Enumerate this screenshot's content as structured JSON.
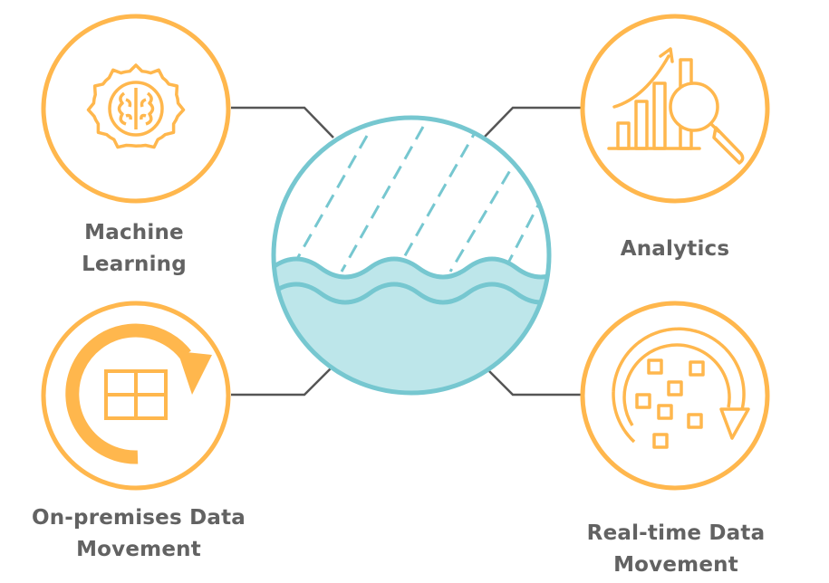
{
  "colors": {
    "accent_orange": "#FFB74D",
    "lake_blue": "#76C7D0",
    "lake_fill": "#BDE6EA",
    "connector": "#555555",
    "label_text": "#626262"
  },
  "center": {
    "icon": "data-lake-icon"
  },
  "nodes": {
    "machine_learning": {
      "icon": "gear-brain-icon",
      "line1": "Machine",
      "line2": "Learning"
    },
    "analytics": {
      "icon": "bar-chart-magnifier-icon",
      "line1": "Analytics"
    },
    "on_premises": {
      "icon": "circular-arrow-grid-icon",
      "line1": "On-premises Data",
      "line2": "Movement"
    },
    "real_time": {
      "icon": "circular-arrow-squares-icon",
      "line1": "Real-time Data",
      "line2": "Movement"
    }
  }
}
